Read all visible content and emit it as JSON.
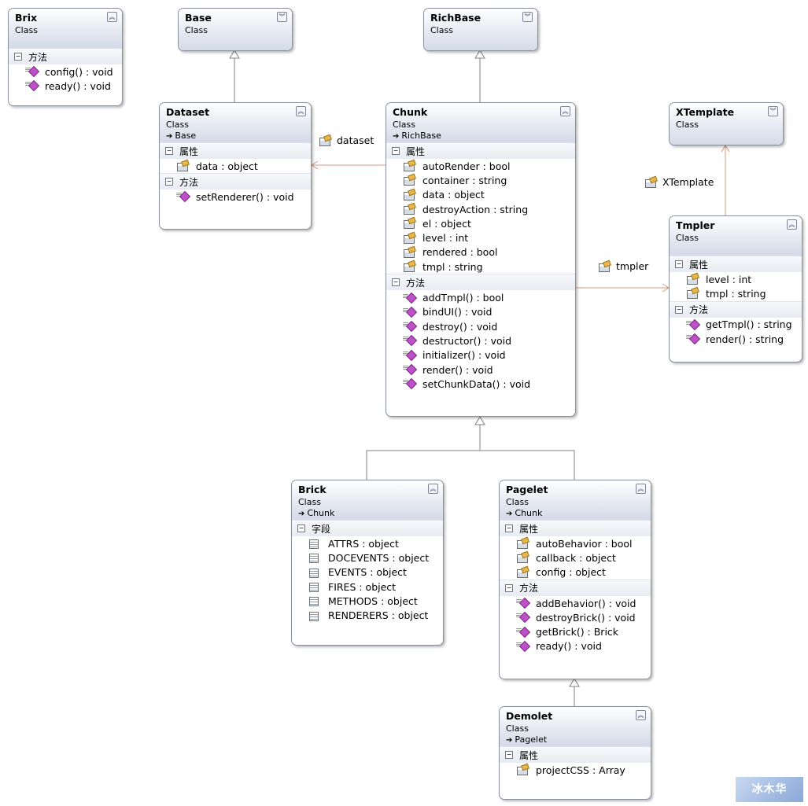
{
  "classes": {
    "brix": {
      "name": "Brix",
      "type": "Class",
      "sections": [
        {
          "title": "方法",
          "members": [
            {
              "kind": "method",
              "text": "config() : void"
            },
            {
              "kind": "method",
              "text": "ready() : void"
            }
          ]
        }
      ]
    },
    "base": {
      "name": "Base",
      "type": "Class"
    },
    "richbase": {
      "name": "RichBase",
      "type": "Class"
    },
    "xtemplate": {
      "name": "XTemplate",
      "type": "Class"
    },
    "dataset": {
      "name": "Dataset",
      "type": "Class",
      "base": "Base",
      "sections": [
        {
          "title": "属性",
          "members": [
            {
              "kind": "property",
              "text": "data : object"
            }
          ]
        },
        {
          "title": "方法",
          "members": [
            {
              "kind": "method",
              "text": "setRenderer() : void"
            }
          ]
        }
      ]
    },
    "chunk": {
      "name": "Chunk",
      "type": "Class",
      "base": "RichBase",
      "sections": [
        {
          "title": "属性",
          "members": [
            {
              "kind": "property",
              "text": "autoRender : bool"
            },
            {
              "kind": "property",
              "text": "container : string"
            },
            {
              "kind": "property",
              "text": "data : object"
            },
            {
              "kind": "property",
              "text": "destroyAction : string"
            },
            {
              "kind": "property",
              "text": "el : object"
            },
            {
              "kind": "property",
              "text": "level : int"
            },
            {
              "kind": "property",
              "text": "rendered : bool"
            },
            {
              "kind": "property",
              "text": "tmpl : string"
            }
          ]
        },
        {
          "title": "方法",
          "members": [
            {
              "kind": "method",
              "text": "addTmpl() : bool"
            },
            {
              "kind": "method",
              "text": "bindUI() : void"
            },
            {
              "kind": "method",
              "text": "destroy() : void"
            },
            {
              "kind": "method",
              "text": "destructor() : void"
            },
            {
              "kind": "method",
              "text": "initializer() : void"
            },
            {
              "kind": "method",
              "text": "render() : void"
            },
            {
              "kind": "method",
              "text": "setChunkData() : void"
            }
          ]
        }
      ]
    },
    "tmpler": {
      "name": "Tmpler",
      "type": "Class",
      "sections": [
        {
          "title": "属性",
          "members": [
            {
              "kind": "property",
              "text": "level : int"
            },
            {
              "kind": "property",
              "text": "tmpl : string"
            }
          ]
        },
        {
          "title": "方法",
          "members": [
            {
              "kind": "method",
              "text": "getTmpl() : string"
            },
            {
              "kind": "method",
              "text": "render() : string"
            }
          ]
        }
      ]
    },
    "brick": {
      "name": "Brick",
      "type": "Class",
      "base": "Chunk",
      "sections": [
        {
          "title": "字段",
          "members": [
            {
              "kind": "field",
              "text": "ATTRS : object"
            },
            {
              "kind": "field",
              "text": "DOCEVENTS : object"
            },
            {
              "kind": "field",
              "text": "EVENTS : object"
            },
            {
              "kind": "field",
              "text": "FIRES : object"
            },
            {
              "kind": "field",
              "text": "METHODS : object"
            },
            {
              "kind": "field",
              "text": "RENDERERS : object"
            }
          ]
        }
      ]
    },
    "pagelet": {
      "name": "Pagelet",
      "type": "Class",
      "base": "Chunk",
      "sections": [
        {
          "title": "属性",
          "members": [
            {
              "kind": "property",
              "text": "autoBehavior : bool"
            },
            {
              "kind": "property",
              "text": "callback : object"
            },
            {
              "kind": "property",
              "text": "config : object"
            }
          ]
        },
        {
          "title": "方法",
          "members": [
            {
              "kind": "method",
              "text": "addBehavior() : void"
            },
            {
              "kind": "method",
              "text": "destroyBrick() : void"
            },
            {
              "kind": "method",
              "text": "getBrick() : Brick"
            },
            {
              "kind": "method",
              "text": "ready() : void"
            }
          ]
        }
      ]
    },
    "demolet": {
      "name": "Demolet",
      "type": "Class",
      "base": "Pagelet",
      "sections": [
        {
          "title": "属性",
          "members": [
            {
              "kind": "property",
              "text": "projectCSS : Array"
            }
          ]
        }
      ]
    }
  },
  "associations": {
    "dataset": "dataset",
    "tmpler": "tmpler",
    "xtemplate": "XTemplate"
  },
  "colors": {
    "inheritance": "#808080",
    "association": "#d19a7e",
    "border": "#8a8f9c"
  },
  "watermark": "冰木华"
}
